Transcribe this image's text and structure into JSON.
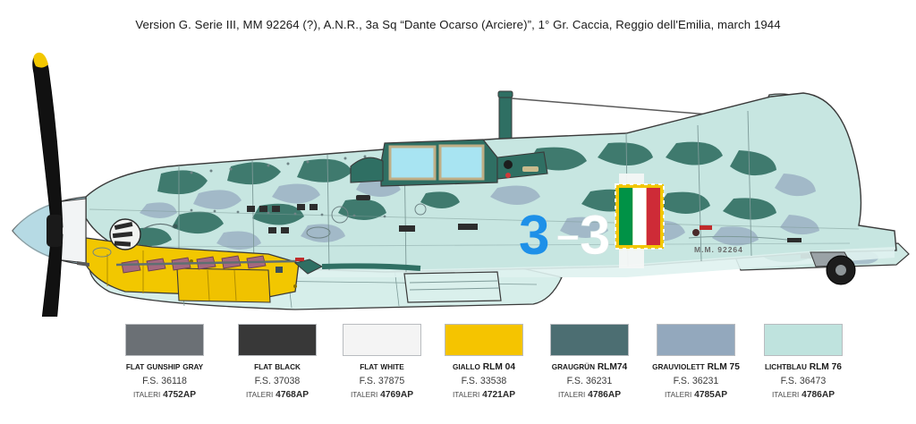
{
  "caption": "Version G. Serie III, MM 92264 (?), A.N.R., 3a Sq “Dante Ocarso (Arciere)”, 1° Gr. Caccia, Reggio dell'Emilia, march 1944",
  "artwork": {
    "subject": "Macchi C.205 Veltro fighter aircraft side profile",
    "fuselage_code_left": "3",
    "fuselage_code_dash": "–",
    "fuselage_code_right": "3",
    "serial_stencil": "M.M. 92264",
    "markings": {
      "fuselage_flag": "italian-tricolour-fuselage-flag",
      "tail_flag": "italian-tricolour-tail-flag"
    },
    "colors": {
      "lichtblau_base": "#c7e6e1",
      "underside": "#d6eeea",
      "graugruen_mottle": "#3f7a6e",
      "grauviolett_mottle": "#9fb6c6",
      "dark_green_panel": "#2f6f63",
      "cowl_yellow": "#f2c700",
      "prop_black": "#111111",
      "prop_tip_yellow": "#f2c700",
      "spinner_white": "#f2f4f5",
      "spinner_blue": "#a9d3de",
      "canopy_glass": "#a8e4f2",
      "canopy_frame": "#bfae86",
      "code_blue": "#1e90e8",
      "code_white": "#ffffff",
      "flag_green": "#009246",
      "flag_white": "#ffffff",
      "flag_red": "#ce2b37",
      "flag_border_yellow": "#f2c700",
      "outline": "#3a3a3a",
      "tyre": "#1d1d1d",
      "metal_grey": "#9aa2a6",
      "exhaust_mauve": "#a4697f"
    }
  },
  "legend": {
    "swatches": [
      {
        "name_small": "Flat",
        "name_rest": "Gunship Gray",
        "name_caps": true,
        "fs": "F.S. 36118",
        "brand": "Italeri",
        "code": "4752AP",
        "hex": "#6b7075"
      },
      {
        "name_small": "Flat",
        "name_rest": "Black",
        "name_caps": true,
        "fs": "F.S. 37038",
        "brand": "Italeri",
        "code": "4768AP",
        "hex": "#383838"
      },
      {
        "name_small": "Flat",
        "name_rest": "White",
        "name_caps": true,
        "fs": "F.S. 37875",
        "brand": "Italeri",
        "code": "4769AP",
        "hex": "#f4f4f4"
      },
      {
        "name_small": "Giallo",
        "name_rest": "RLM 04",
        "name_caps": false,
        "fs": "F.S. 33538",
        "brand": "Italeri",
        "code": "4721AP",
        "hex": "#f5c400"
      },
      {
        "name_small": "Graugrün",
        "name_rest": "RLM74",
        "name_caps": false,
        "fs": "F.S. 36231",
        "brand": "Italeri",
        "code": "4786AP",
        "hex": "#4c6e72"
      },
      {
        "name_small": "Grauviolett",
        "name_rest": "RLM 75",
        "name_caps": false,
        "fs": "F.S. 36231",
        "brand": "Italeri",
        "code": "4785AP",
        "hex": "#93a8bd"
      },
      {
        "name_small": "Lichtblau",
        "name_rest": "RLM 76",
        "name_caps": false,
        "fs": "F.S. 36473",
        "brand": "Italeri",
        "code": "4786AP",
        "hex": "#bfe3de"
      }
    ]
  }
}
